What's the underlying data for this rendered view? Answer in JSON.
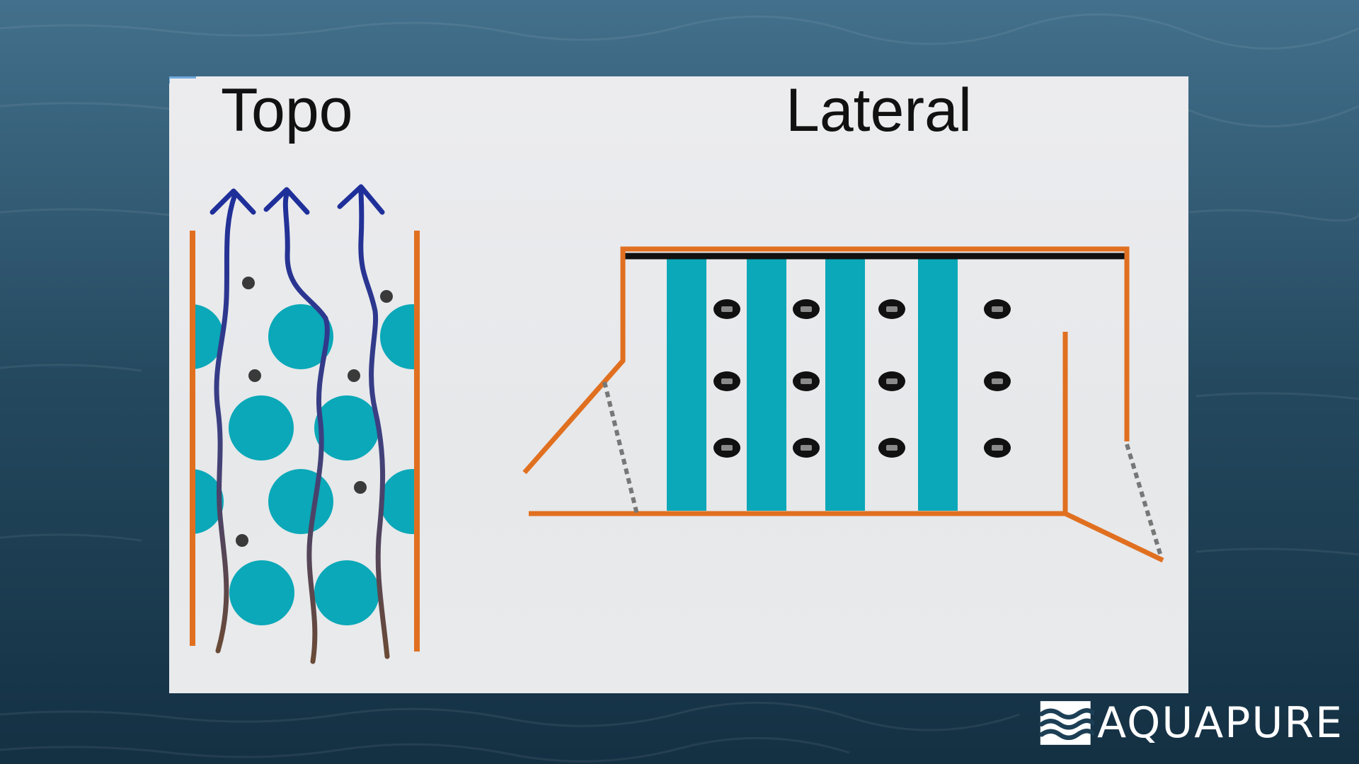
{
  "titles": {
    "topo": "Topo",
    "lateral": "Lateral"
  },
  "brand": {
    "name": "AQUAPURE",
    "logo_icon": "waves-icon"
  },
  "colors": {
    "frame": "#e07020",
    "media": "#0aa8b8",
    "flow_arrow": "#1f2f9a",
    "particle": "#3a3a3a",
    "lid": "#111111"
  }
}
